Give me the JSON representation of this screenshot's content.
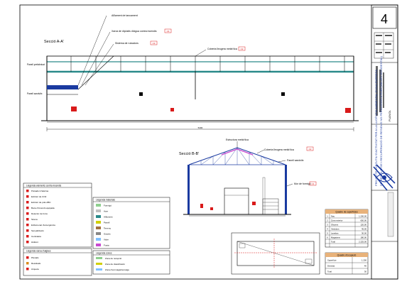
{
  "sheet_number": "4",
  "title_block_lines": [
    "PROJECTE EXECUTIU D'ACTIVITAT PER A LA LLICÈNCIA AMBIENTAL D'UNA EMPRESA",
    "DE RECICLATGE I RECUPERACIÓ DE RESIDUS NO PERILLOSOS A RUBÍ (VALLÈS OCCIDENTAL)"
  ],
  "plan_label": "PLÀNOL",
  "section_aa": {
    "title": "Secció A-A'",
    "callouts": [
      {
        "text": "Aïllament de tancament",
        "code": ""
      },
      {
        "text": "Xarxa de dipòsits d'aigua contra incendis",
        "code": "C4"
      },
      {
        "text": "Sistema de ruixadors",
        "code": "C3"
      },
      {
        "text": "Coberta lleugera metàl·lica",
        "code": "C2"
      }
    ],
    "left_labels": [
      "Panell prefabricat",
      "Panell sandvitx"
    ],
    "dimension": "5400"
  },
  "section_bb": {
    "title": "Secció B-B'",
    "callouts": [
      {
        "text": "Estructura metàl·lica",
        "code": ""
      },
      {
        "text": "Coberta lleugera metàl·lica",
        "code": "C2"
      },
      {
        "text": "Panell sandvitx",
        "code": ""
      },
      {
        "text": "Mur de formigó",
        "code": "C1"
      }
    ]
  },
  "legend_fire": {
    "title": "Llegenda elements contra incendis",
    "items": [
      "Polsador d'alarma",
      "Extintor de CO2",
      "Extintor de pols ABC",
      "Boca d'incendi equipada",
      "Detector de fums",
      "Sirena",
      "Enllumenat d'emergència",
      "Senyalització",
      "Centraleta",
      "Hidrant"
    ]
  },
  "legend_water": {
    "title": "Llegenda xarxa d'aigües",
    "items": [
      "Pluvials",
      "Residuals",
      "Arqueta"
    ]
  },
  "legend_materials": {
    "title": "Llegenda materials",
    "items": [
      "Formigó",
      "Acer",
      "Aïllament",
      "Panell",
      "Terreny",
      "Graves",
      "Vidre",
      "Fusta"
    ]
  },
  "legend_zones": {
    "title": "Llegenda zones",
    "items": [
      "Zona de recepció",
      "Zona de classificació",
      "Zona d'emmagatzematge"
    ]
  },
  "table_surfaces": {
    "title": "Quadre de superfícies",
    "rows": [
      [
        "1",
        "Nau",
        "1.200,00"
      ],
      [
        "2",
        "Zona exterior",
        "650,00"
      ],
      [
        "3",
        "Oficines",
        "120,00"
      ],
      [
        "4",
        "Vestidors",
        "45,00"
      ],
      [
        "5",
        "Lavabos",
        "30,00"
      ],
      [
        "6",
        "Magatzem",
        "180,00"
      ],
      [
        "",
        "Total",
        "2.225,00"
      ]
    ]
  },
  "table_occupancy": {
    "title": "Quadre d'ocupació",
    "rows": [
      [
        "Superfície",
        "1.200"
      ],
      [
        "Densitat",
        "40"
      ],
      [
        "Total",
        "30"
      ]
    ]
  },
  "colors": {
    "primary_blue": "#1a3aa0",
    "fire_red": "#d91a1a",
    "teal": "#2a8a8a",
    "pink": "#c84ad0"
  }
}
